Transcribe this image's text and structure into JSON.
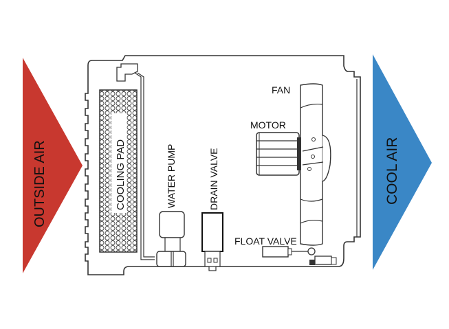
{
  "colors": {
    "outside_air": "#c8382f",
    "cool_air": "#3a87c6",
    "line": "#333333"
  },
  "labels": {
    "outside_air": "OUTSIDE AIR",
    "cool_air": "COOL AIR",
    "cooling_pad": "COOLING PAD",
    "water_pump": "WATER PUMP",
    "drain_valve": "DRAIN VALVE",
    "fan": "FAN",
    "motor": "MOTOR",
    "float_valve": "FLOAT VALVE"
  }
}
